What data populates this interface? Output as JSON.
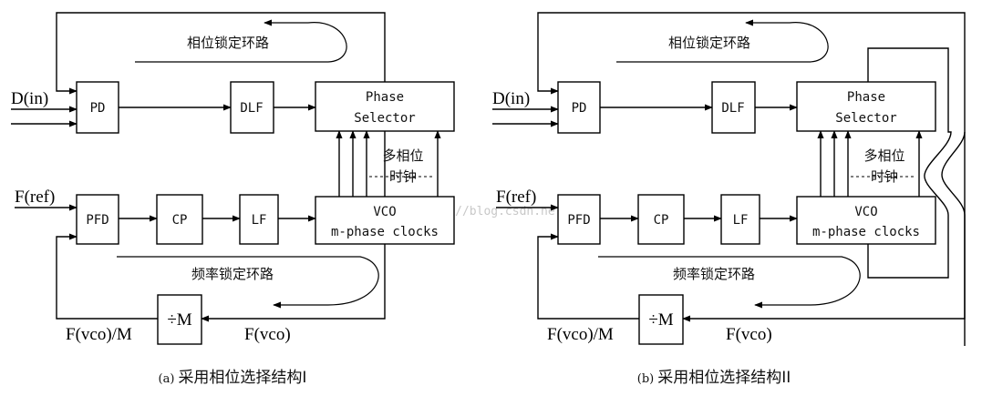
{
  "watermark": "http://blog.csdn.net/",
  "diagrams": [
    {
      "id": "a",
      "caption_prefix": "(a)",
      "caption": "采用相位选择结构I",
      "input_label": "D(in)",
      "ref_label": "F(ref)",
      "blocks": {
        "pd": "PD",
        "dlf": "DLF",
        "phase_selector": [
          "Phase",
          "Selector"
        ],
        "pfd": "PFD",
        "cp": "CP",
        "lf": "LF",
        "vco": [
          "VCO",
          "m-phase clocks"
        ],
        "divider": "÷M"
      },
      "multiphase_label": [
        "多相位",
        "时钟"
      ],
      "phase_loop_label": "相位锁定环路",
      "freq_loop_label": "频率锁定环路",
      "fvco_label": "F(vco)",
      "fvco_m_label": "F(vco)/M"
    },
    {
      "id": "b",
      "caption_prefix": "(b)",
      "caption": "采用相位选择结构II",
      "input_label": "D(in)",
      "ref_label": "F(ref)",
      "blocks": {
        "pd": "PD",
        "dlf": "DLF",
        "phase_selector": [
          "Phase",
          "Selector"
        ],
        "pfd": "PFD",
        "cp": "CP",
        "lf": "LF",
        "vco": [
          "VCO",
          "m-phase clocks"
        ],
        "divider": "÷M"
      },
      "multiphase_label": [
        "多相位",
        "时钟"
      ],
      "phase_loop_label": "相位锁定环路",
      "freq_loop_label": "频率锁定环路",
      "fvco_label": "F(vco)",
      "fvco_m_label": "F(vco)/M"
    }
  ]
}
